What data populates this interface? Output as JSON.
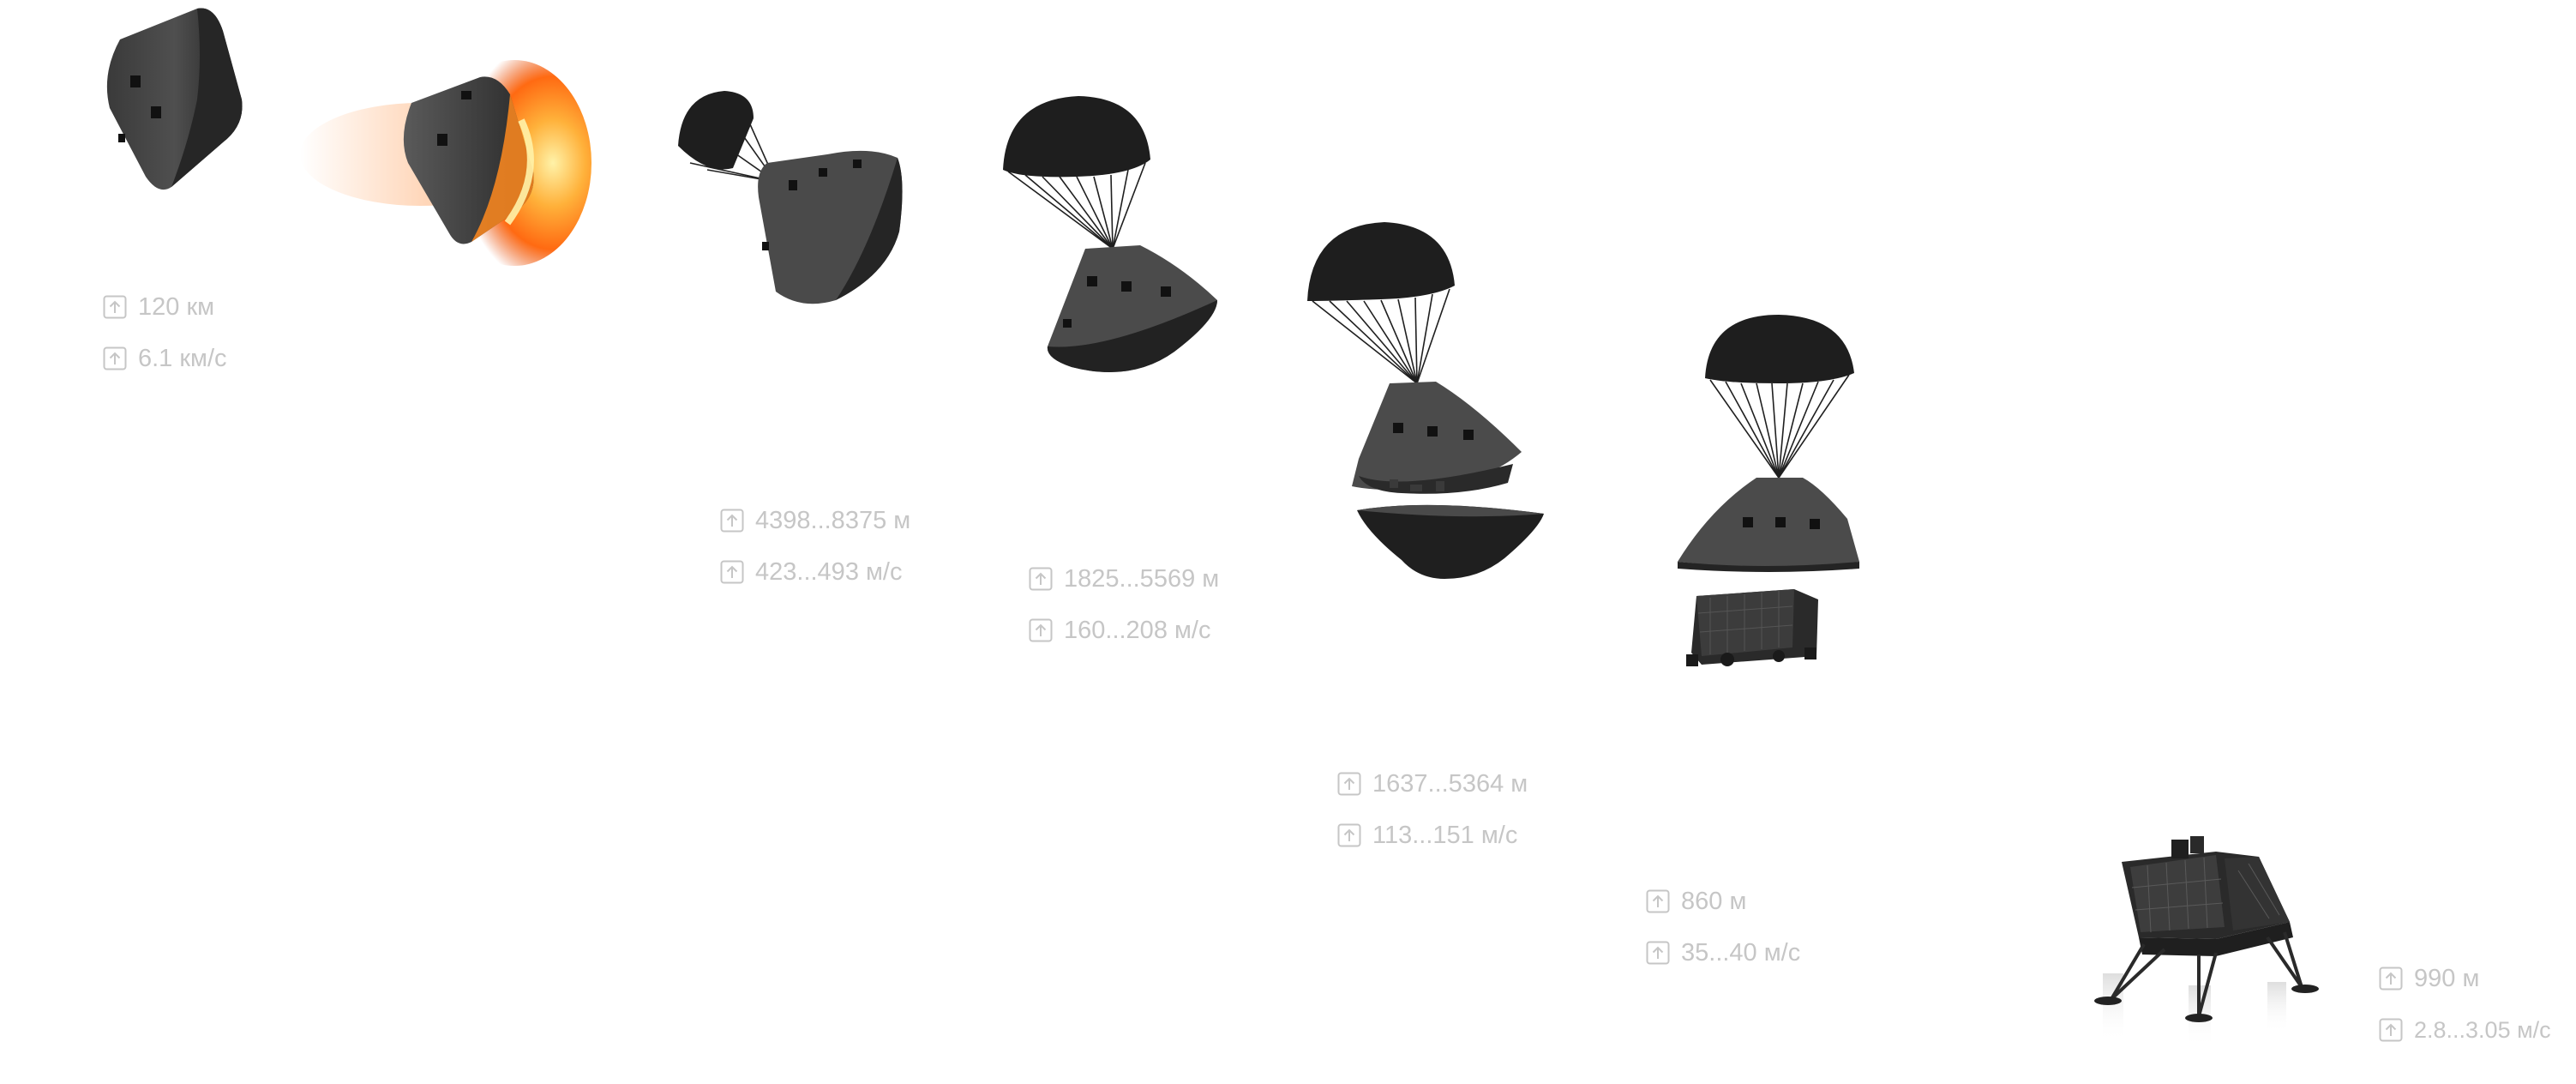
{
  "colors": {
    "capsule": "#4d4d4d",
    "capsule_dark": "#222222",
    "canopy": "#1e1e1e",
    "label": "#c6c6c6",
    "fire_core": "#fff2a8",
    "fire_mid": "#ff9a1f",
    "fire_outer": "#e04a0b"
  },
  "icons": {
    "metric": "arrow-up-box-icon"
  },
  "stages": [
    {
      "id": "entry",
      "altitude": "120 км",
      "speed": "6.1 км/с"
    },
    {
      "id": "heating"
    },
    {
      "id": "drogue-chute",
      "altitude": "4398...8375 м",
      "speed": "423...493 м/с"
    },
    {
      "id": "main-chute",
      "altitude": "1825...5569 м",
      "speed": "160...208 м/с"
    },
    {
      "id": "heatshield-separation",
      "altitude": "1637...5364 м",
      "speed": "113...151 м/с"
    },
    {
      "id": "lander-release",
      "altitude": "860 м",
      "speed": "35...40 м/с"
    },
    {
      "id": "touchdown",
      "altitude": "990 м",
      "speed": "2.8...3.05 м/с"
    }
  ]
}
